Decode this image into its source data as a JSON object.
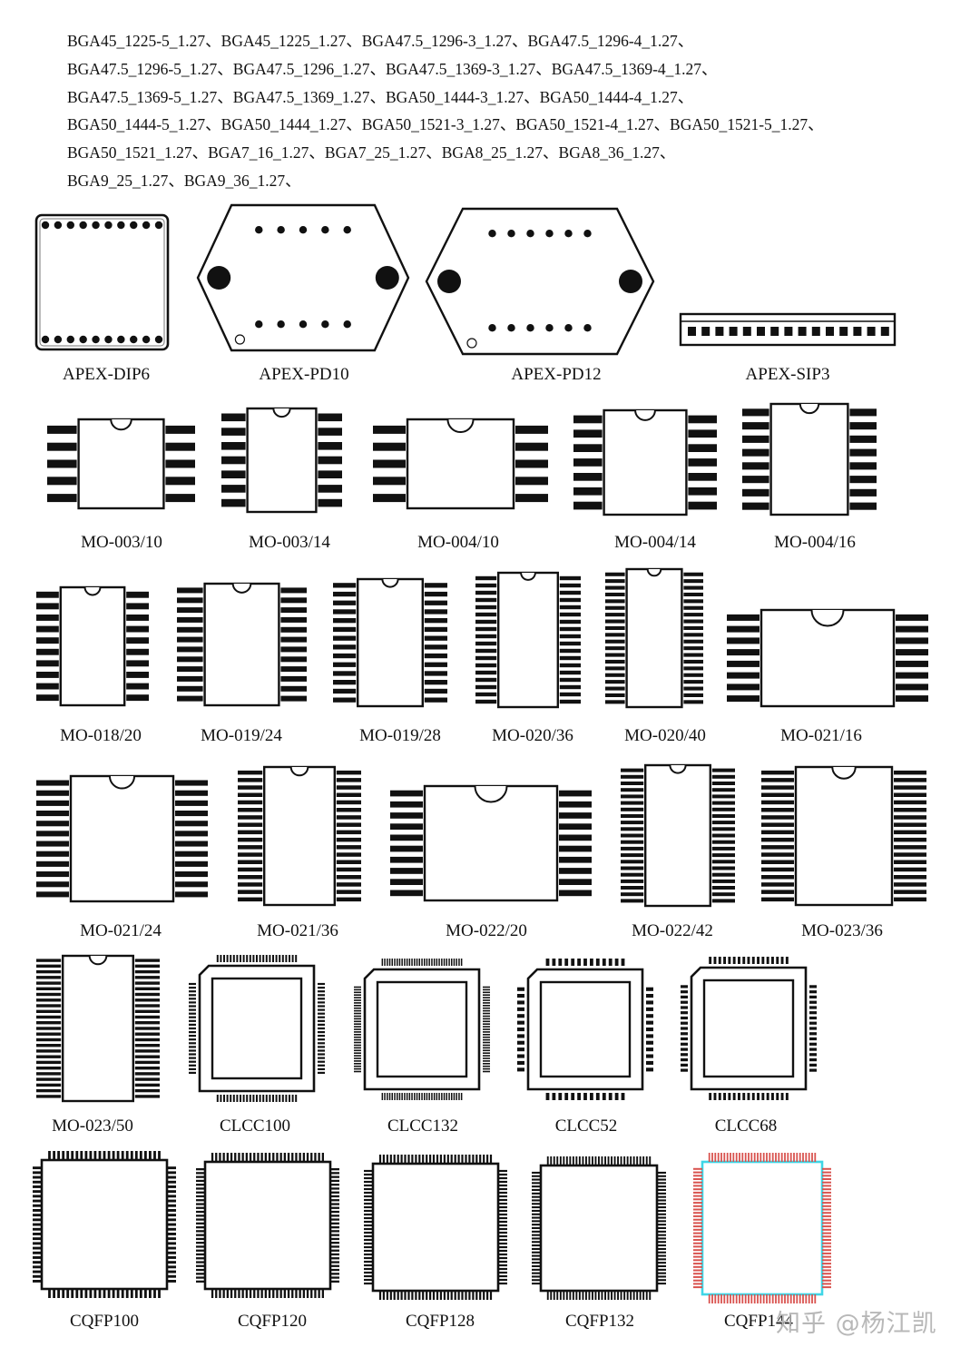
{
  "intro_lines": [
    "BGA45_1225-5_1.27、BGA45_1225_1.27、BGA47.5_1296-3_1.27、BGA47.5_1296-4_1.27、",
    "BGA47.5_1296-5_1.27、BGA47.5_1296_1.27、BGA47.5_1369-3_1.27、BGA47.5_1369-4_1.27、",
    "BGA47.5_1369-5_1.27、BGA47.5_1369_1.27、BGA50_1444-3_1.27、BGA50_1444-4_1.27、",
    "BGA50_1444-5_1.27、BGA50_1444_1.27、BGA50_1521-3_1.27、BGA50_1521-4_1.27、BGA50_1521-5_1.27、",
    "BGA50_1521_1.27、BGA7_16_1.27、BGA7_25_1.27、BGA8_25_1.27、BGA8_36_1.27、",
    "BGA9_25_1.27、BGA9_36_1.27、"
  ],
  "rows": [
    {
      "name": "apex",
      "items": [
        {
          "label": "APEX-DIP6",
          "kind": "apex-dip"
        },
        {
          "label": "APEX-PD10",
          "kind": "apex-pd",
          "pins": 5
        },
        {
          "label": "APEX-PD12",
          "kind": "apex-pd",
          "pins": 6
        },
        {
          "label": "APEX-SIP3",
          "kind": "apex-sip"
        }
      ]
    },
    {
      "name": "mo-row-1",
      "items": [
        {
          "label": "MO-003/10",
          "kind": "dip",
          "pins": 5
        },
        {
          "label": "MO-003/14",
          "kind": "dip",
          "pins": 7
        },
        {
          "label": "MO-004/10",
          "kind": "dip",
          "pins": 5
        },
        {
          "label": "MO-004/14",
          "kind": "dip",
          "pins": 7
        },
        {
          "label": "MO-004/16",
          "kind": "dip",
          "pins": 8
        }
      ]
    },
    {
      "name": "mo-row-2",
      "items": [
        {
          "label": "MO-018/20",
          "kind": "dip",
          "pins": 10
        },
        {
          "label": "MO-019/24",
          "kind": "dip",
          "pins": 12
        },
        {
          "label": "MO-019/28",
          "kind": "dip",
          "pins": 14
        },
        {
          "label": "MO-020/36",
          "kind": "dip",
          "pins": 18
        },
        {
          "label": "MO-020/40",
          "kind": "dip",
          "pins": 20
        },
        {
          "label": "MO-021/16",
          "kind": "dip",
          "pins": 8
        }
      ]
    },
    {
      "name": "mo-row-3",
      "items": [
        {
          "label": "MO-021/24",
          "kind": "dip",
          "pins": 12
        },
        {
          "label": "MO-021/36",
          "kind": "dip",
          "pins": 18
        },
        {
          "label": "MO-022/20",
          "kind": "dip",
          "pins": 10
        },
        {
          "label": "MO-022/42",
          "kind": "dip",
          "pins": 21
        },
        {
          "label": "MO-023/36",
          "kind": "dip",
          "pins": 18
        }
      ]
    },
    {
      "name": "clcc-row",
      "items": [
        {
          "label": "MO-023/50",
          "kind": "dip",
          "pins": 25
        },
        {
          "label": "CLCC100",
          "kind": "clcc",
          "pins": 25
        },
        {
          "label": "CLCC132",
          "kind": "clcc",
          "pins": 33
        },
        {
          "label": "CLCC52",
          "kind": "clcc",
          "pins": 13
        },
        {
          "label": "CLCC68",
          "kind": "clcc",
          "pins": 17
        }
      ]
    },
    {
      "name": "cqfp-row",
      "items": [
        {
          "label": "CQFP100",
          "kind": "cqfp",
          "pins": 25
        },
        {
          "label": "CQFP120",
          "kind": "cqfp",
          "pins": 30
        },
        {
          "label": "CQFP128",
          "kind": "cqfp",
          "pins": 32
        },
        {
          "label": "CQFP132",
          "kind": "cqfp",
          "pins": 33
        },
        {
          "label": "CQFP144",
          "kind": "cqfp",
          "pins": 36,
          "highlight": true
        }
      ]
    }
  ],
  "colors": {
    "ink": "#111111",
    "highlight_body": "#3fd6e6",
    "highlight_pins": "#d9534f",
    "watermark": "#b8b8b8"
  },
  "watermark": "知乎 @杨江凯"
}
